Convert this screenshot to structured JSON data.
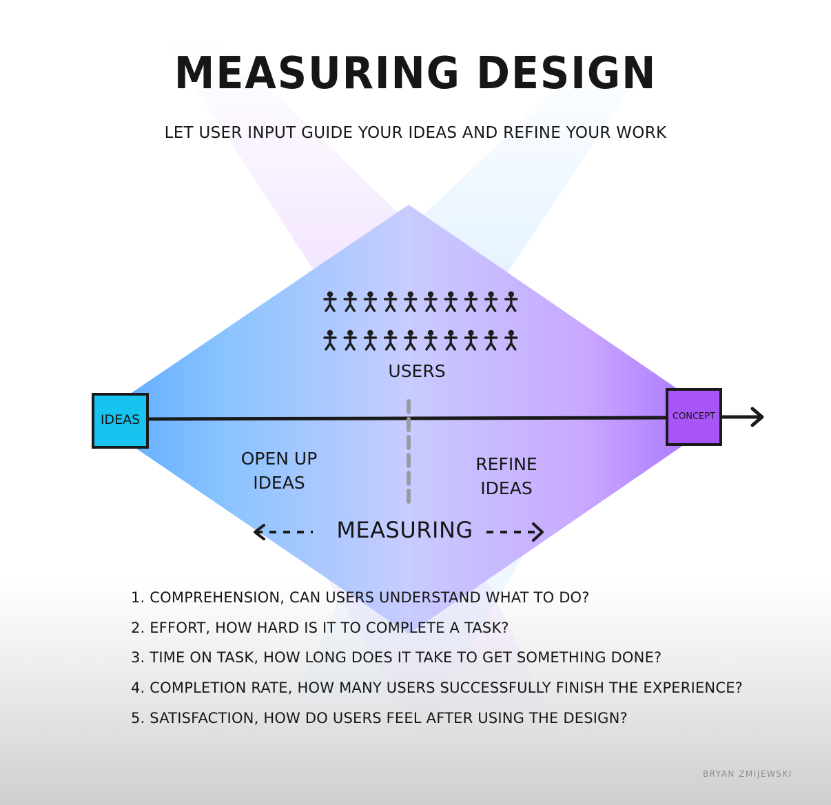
{
  "title": "MEASURING DESIGN",
  "subtitle": "LET USER INPUT GUIDE YOUR IDEAS AND REFINE YOUR WORK",
  "diagram": {
    "start_box": {
      "label": "IDEAS",
      "color": "#18c4ef"
    },
    "end_box": {
      "label": "CONCEPT",
      "color": "#a855f7"
    },
    "users_label": "USERS",
    "users_count_per_row": 10,
    "users_rows": 2,
    "left_phase": "OPEN UP IDEAS",
    "right_phase": "REFINE IDEAS",
    "measuring_label": "MEASURING",
    "colors": {
      "blue": "#79bbff",
      "purple": "#b27dff"
    }
  },
  "criteria": [
    "1. COMPREHENSION, CAN USERS UNDERSTAND WHAT TO DO?",
    "2. EFFORT, HOW HARD IS IT TO COMPLETE A TASK?",
    "3. TIME ON TASK, HOW LONG DOES IT TAKE TO GET SOMETHING DONE?",
    "4. COMPLETION RATE, HOW MANY USERS SUCCESSFULLY FINISH THE EXPERIENCE?",
    "5. SATISFACTION, HOW DO USERS FEEL AFTER USING THE DESIGN?"
  ],
  "signature": "BRYAN ZMIJEWSKI"
}
